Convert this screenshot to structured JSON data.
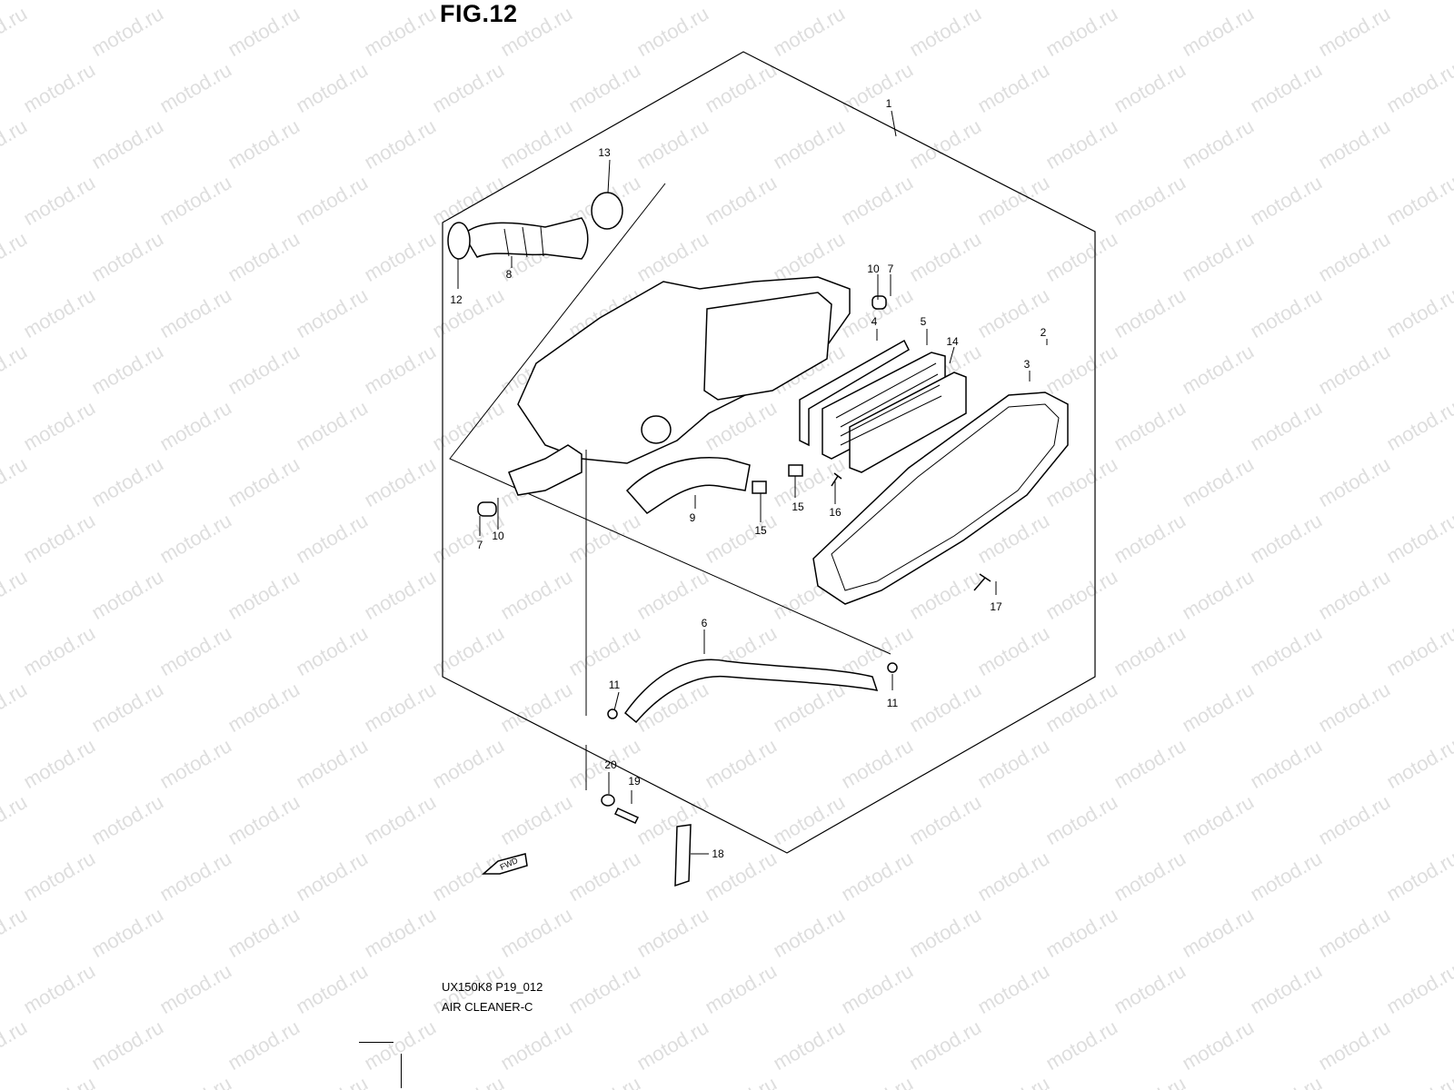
{
  "figure_title": "FIG.12",
  "watermark_text": "motod.ru",
  "model_code": "UX150K8 P19_012",
  "section_name": "AIR CLEANER-C",
  "fwd_label": "FWD",
  "callouts": [
    "1",
    "2",
    "3",
    "4",
    "5",
    "6",
    "7",
    "7",
    "8",
    "9",
    "10",
    "10",
    "11",
    "11",
    "12",
    "13",
    "14",
    "15",
    "15",
    "16",
    "17",
    "18",
    "19",
    "20"
  ]
}
